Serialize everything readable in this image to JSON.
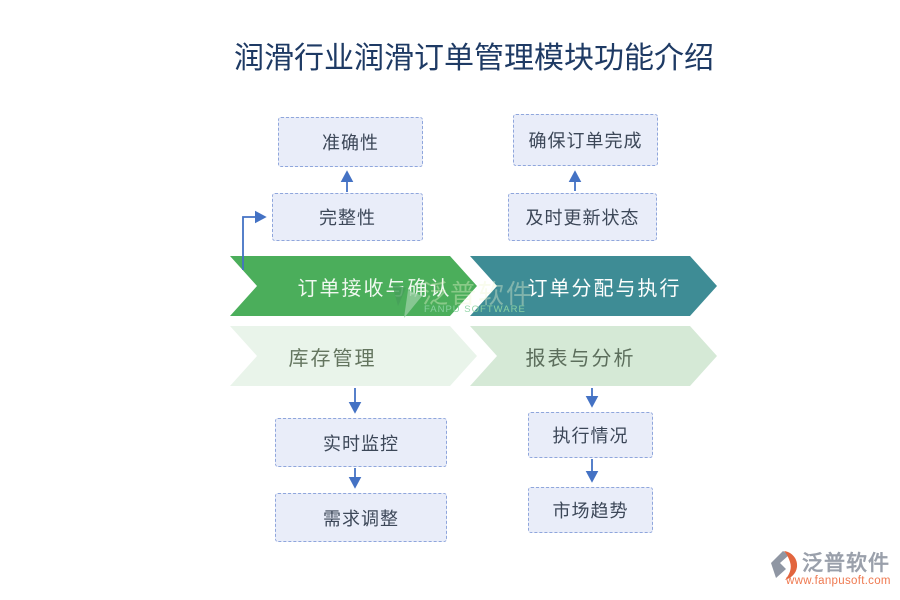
{
  "title": "润滑行业润滑订单管理模块功能介绍",
  "flow": {
    "top_left_boxes": [
      {
        "label": "准确性"
      },
      {
        "label": "完整性"
      }
    ],
    "top_right_boxes": [
      {
        "label": "确保订单完成"
      },
      {
        "label": "及时更新状态"
      }
    ],
    "banners": [
      {
        "label": "订单接收与确认",
        "color": "#4BAE5B",
        "text_color": "#EFF8EF"
      },
      {
        "label": "订单分配与执行",
        "color": "#3E8C95",
        "text_color": "#FDFEFD"
      },
      {
        "label": "库存管理",
        "color": "#E9F4EA",
        "text_color": "#64755F"
      },
      {
        "label": "报表与分析",
        "color": "#D5E9D6",
        "text_color": "#5C6E5C"
      }
    ],
    "bottom_left_boxes": [
      {
        "label": "实时监控"
      },
      {
        "label": "需求调整"
      }
    ],
    "bottom_right_boxes": [
      {
        "label": "执行情况"
      },
      {
        "label": "市场趋势"
      }
    ]
  },
  "watermark": {
    "brand_ghost": "泛普软件",
    "subtext": "FANPU SOFTWARE"
  },
  "footer": {
    "brand": "泛普软件",
    "url": "www.fanpusoft.com"
  },
  "colors": {
    "title_text": "#1E3A64",
    "box_fill": "#E9EDF9",
    "box_border": "#8FA6DC",
    "box_text": "#3C4758",
    "arrow": "#4472C4",
    "footer_brand": "#9AA0AB",
    "footer_url": "#EF7950",
    "logo_gray": "#8F96A3",
    "logo_orange": "#E2653E"
  }
}
